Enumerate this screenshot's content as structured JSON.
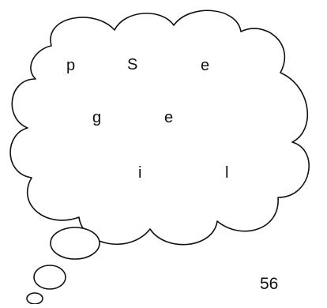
{
  "letters": {
    "l1": "p",
    "l2": "S",
    "l3": "e",
    "l4": "g",
    "l5": "e",
    "l6": "i",
    "l7": "l"
  },
  "page_number": "56",
  "colors": {
    "stroke": "#111111",
    "fill": "#ffffff"
  }
}
